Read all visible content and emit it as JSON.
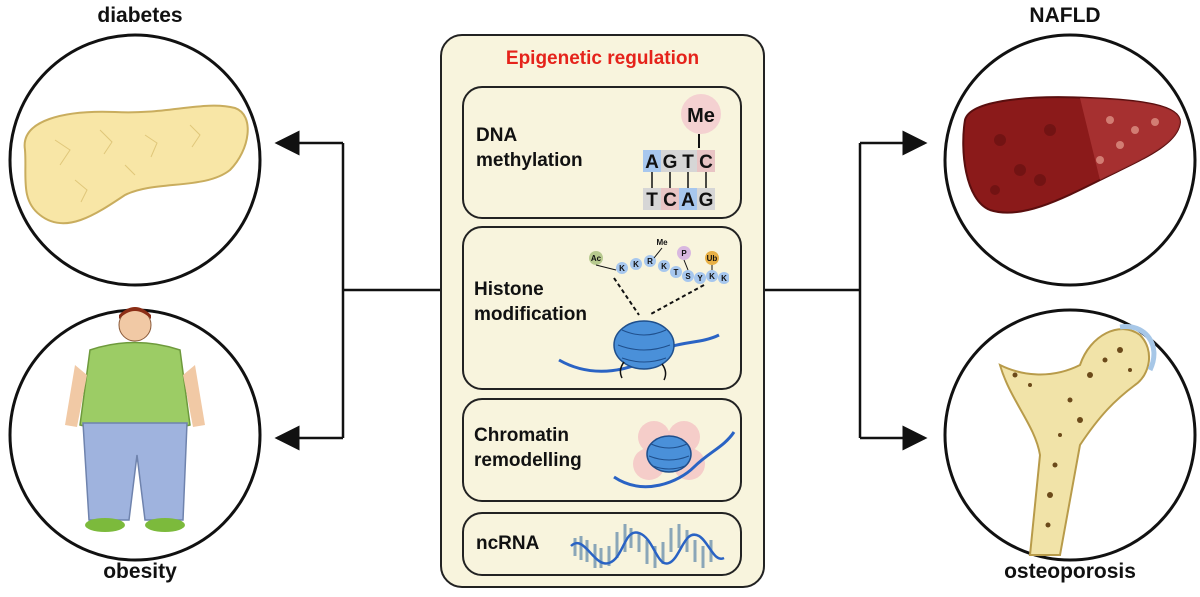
{
  "labels": {
    "diabetes": "diabetes",
    "obesity": "obesity",
    "nafld": "NAFLD",
    "osteoporosis": "osteoporosis"
  },
  "center": {
    "title": "Epigenetic regulation",
    "panels": [
      {
        "line1": "DNA",
        "line2": "methylation"
      },
      {
        "line1": "Histone",
        "line2": "modification"
      },
      {
        "line1": "Chromatin",
        "line2": "remodelling"
      },
      {
        "line1": "ncRNA",
        "line2": ""
      }
    ]
  },
  "dna": {
    "me": "Me",
    "top": [
      "A",
      "G",
      "T",
      "C"
    ],
    "bottom": [
      "T",
      "C",
      "A",
      "G"
    ]
  },
  "histone": {
    "residues": [
      "K",
      "K",
      "R",
      "K",
      "T",
      "S",
      "Y",
      "K",
      "K"
    ],
    "marks": [
      "Ac",
      "Me",
      "P",
      "Ub"
    ]
  },
  "colors": {
    "title": "#e5231b",
    "box_bg": "#f8f4dd",
    "pancreas": "#f8e6a6",
    "liver": "#8b1a1a",
    "bone": "#f1e3a8",
    "shirt": "#9ccc65",
    "pants": "#9fb3de",
    "nucleosome": "#4a90d9"
  }
}
